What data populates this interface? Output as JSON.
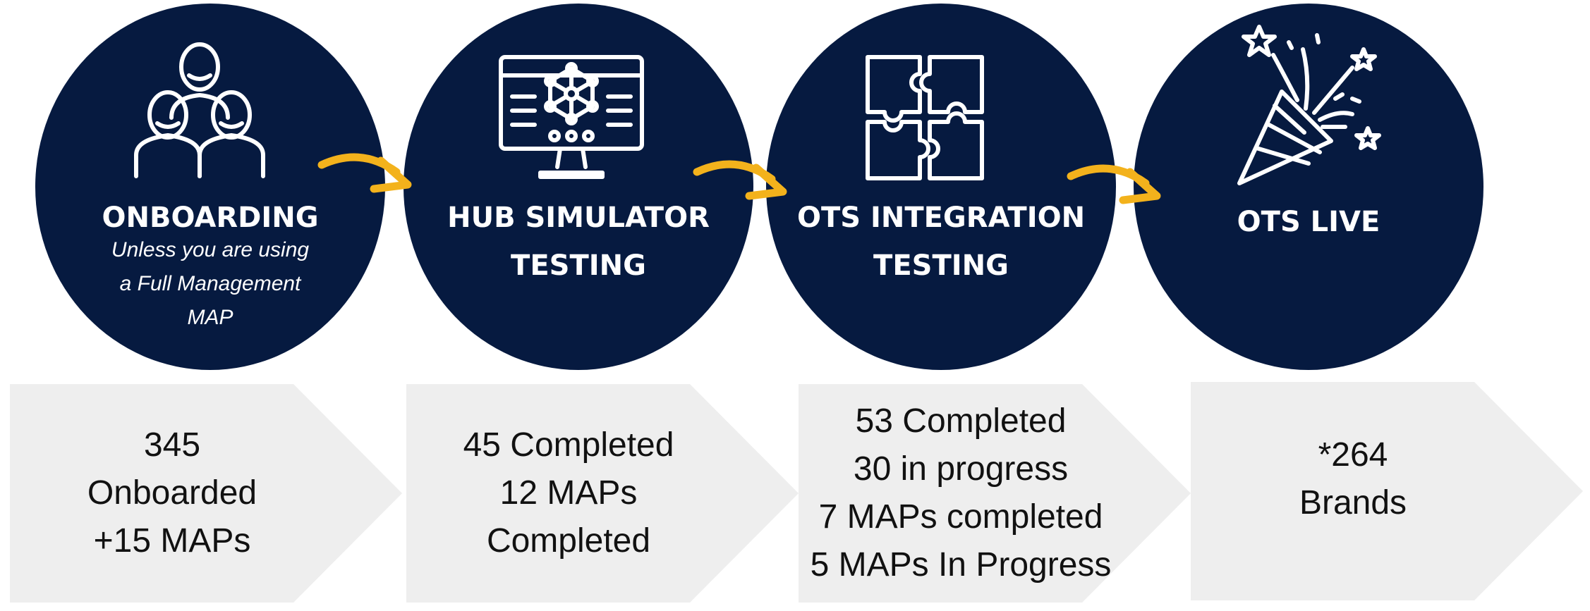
{
  "colors": {
    "circle_fill": "#061a40",
    "arrow": "#f3b21c",
    "chevron_fill": "#eeeeee",
    "text_light": "#ffffff",
    "text_dark": "#111111"
  },
  "stages": [
    {
      "icon": "team-people-icon",
      "title_lines": [
        "ONBOARDING"
      ],
      "note_lines": [
        "Unless you are using",
        "a Full Management",
        "MAP"
      ],
      "stats_lines": [
        "345",
        "Onboarded",
        "+15 MAPs"
      ]
    },
    {
      "icon": "simulator-monitor-icon",
      "title_lines": [
        "HUB SIMULATOR",
        "TESTING"
      ],
      "stats_lines": [
        "45 Completed",
        "12 MAPs",
        "Completed"
      ]
    },
    {
      "icon": "puzzle-pieces-icon",
      "title_lines": [
        "OTS INTEGRATION",
        "TESTING"
      ],
      "stats_lines": [
        "53 Completed",
        "30 in progress",
        "7 MAPs completed",
        "5 MAPs In Progress"
      ]
    },
    {
      "icon": "party-popper-icon",
      "title_lines": [
        "OTS LIVE"
      ],
      "stats_lines": [
        "*264",
        "Brands"
      ]
    }
  ]
}
